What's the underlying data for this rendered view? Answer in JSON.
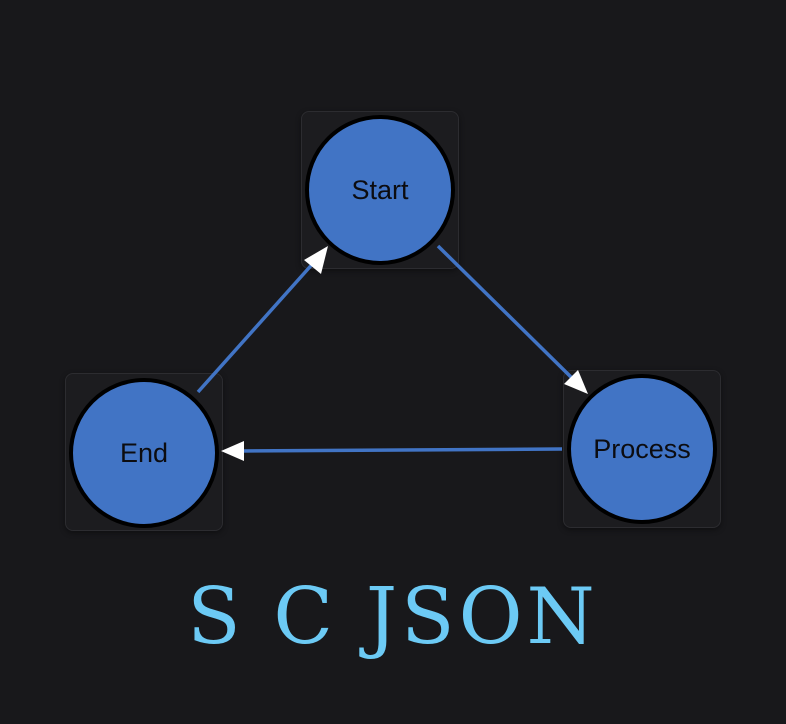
{
  "nodes": {
    "start": {
      "label": "Start"
    },
    "process": {
      "label": "Process"
    },
    "end": {
      "label": "End"
    }
  },
  "edges": [
    {
      "from": "Start",
      "to": "Process"
    },
    {
      "from": "Process",
      "to": "End"
    },
    {
      "from": "End",
      "to": "Start"
    }
  ],
  "logo": {
    "text": "S C JSON"
  },
  "colors": {
    "background": "#18181b",
    "node": "#4174c5",
    "edge": "#4174c5",
    "arrow": "#ffffff",
    "logo": "#6ccaf5"
  }
}
